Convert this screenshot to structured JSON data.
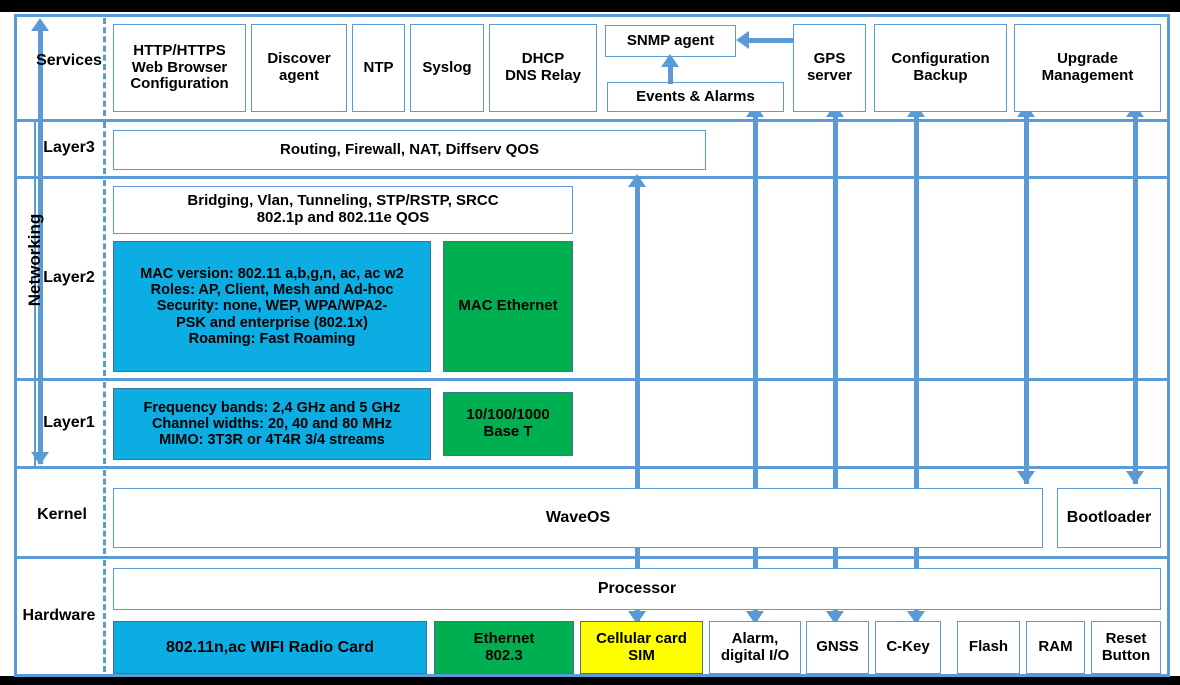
{
  "diagram": {
    "title": "WaveOS device architecture layer diagram",
    "colors": {
      "accent_blue": "#5B9BD5",
      "cyan_block": "#0CADE3",
      "green_block": "#00AF50",
      "yellow_block": "#FFFF00",
      "white_block": "#FFFFFF",
      "background": "#000000"
    },
    "side_label": "Networking",
    "row_labels": {
      "services": "Services",
      "layer3": "Layer3",
      "layer2": "Layer2",
      "layer1": "Layer1",
      "kernel": "Kernel",
      "hardware": "Hardware"
    },
    "services": {
      "items": [
        {
          "id": "http-https-web-browser-configuration",
          "label": "HTTP/HTTPS\nWeb Browser\nConfiguration"
        },
        {
          "id": "discover-agent",
          "label": "Discover\nagent"
        },
        {
          "id": "ntp",
          "label": "NTP"
        },
        {
          "id": "syslog",
          "label": "Syslog"
        },
        {
          "id": "dhcp-dns-relay",
          "label": "DHCP\nDNS Relay"
        },
        {
          "id": "snmp-agent",
          "label": "SNMP agent"
        },
        {
          "id": "events-and-alarms",
          "label": "Events & Alarms"
        },
        {
          "id": "gps-server",
          "label": "GPS\nserver"
        },
        {
          "id": "configuration-backup",
          "label": "Configuration\nBackup"
        },
        {
          "id": "upgrade-management",
          "label": "Upgrade\nManagement"
        }
      ]
    },
    "layer3": {
      "items": [
        {
          "id": "routing-firewall-nat-diffserv-qos",
          "label": "Routing, Firewall, NAT, Diffserv QOS"
        }
      ]
    },
    "layer2": {
      "items": [
        {
          "id": "bridging-vlan-tunneling",
          "label": "Bridging, Vlan, Tunneling, STP/RSTP, SRCC\n802.1p and 802.11e QOS"
        },
        {
          "id": "mac-wifi-capabilities",
          "label": "MAC version: 802.11 a,b,g,n, ac, ac w2\nRoles: AP, Client, Mesh and Ad-hoc\nSecurity: none, WEP, WPA/WPA2-\nPSK and enterprise (802.1x)\nRoaming: Fast Roaming"
        },
        {
          "id": "mac-ethernet",
          "label": "MAC Ethernet"
        }
      ]
    },
    "layer1": {
      "items": [
        {
          "id": "radio-phy-capabilities",
          "label": "Frequency bands: 2,4 GHz and 5 GHz\nChannel widths: 20, 40 and 80 MHz\nMIMO: 3T3R or 4T4R 3/4 streams"
        },
        {
          "id": "base-t",
          "label": "10/100/1000\nBase T"
        }
      ]
    },
    "kernel": {
      "items": [
        {
          "id": "waveos",
          "label": "WaveOS"
        },
        {
          "id": "bootloader",
          "label": "Bootloader"
        }
      ]
    },
    "hardware": {
      "items": [
        {
          "id": "processor",
          "label": "Processor"
        },
        {
          "id": "wifi-radio-card",
          "label": "802.11n,ac WIFI Radio Card"
        },
        {
          "id": "ethernet-802-3",
          "label": "Ethernet\n802.3"
        },
        {
          "id": "cellular-card-sim",
          "label": "Cellular card\nSIM"
        },
        {
          "id": "alarm-digital-io",
          "label": "Alarm,\ndigital I/O"
        },
        {
          "id": "gnss",
          "label": "GNSS"
        },
        {
          "id": "c-key",
          "label": "C-Key"
        },
        {
          "id": "flash",
          "label": "Flash"
        },
        {
          "id": "ram",
          "label": "RAM"
        },
        {
          "id": "reset-button",
          "label": "Reset\nButton"
        }
      ]
    },
    "connectors": [
      {
        "id": "events-to-snmp",
        "kind": "arrow-up",
        "from": "events-and-alarms",
        "to": "snmp-agent"
      },
      {
        "id": "gps-to-snmp",
        "kind": "arrow-left",
        "from": "gps-server",
        "to": "snmp-agent"
      },
      {
        "id": "cellular-to-layer2",
        "kind": "arrow-up",
        "from": "cellular-card-sim",
        "to": "layer2"
      },
      {
        "id": "alarm-to-events",
        "kind": "arrow-double",
        "from": "alarm-digital-io",
        "to": "events-and-alarms"
      },
      {
        "id": "gnss-to-gps",
        "kind": "arrow-double",
        "from": "gnss",
        "to": "gps-server"
      },
      {
        "id": "ckey-to-services",
        "kind": "arrow-double",
        "from": "c-key",
        "to": "services"
      },
      {
        "id": "config-backup-to-kernel",
        "kind": "arrow-double",
        "from": "configuration-backup",
        "to": "kernel"
      },
      {
        "id": "upgrade-to-bootloader",
        "kind": "arrow-double",
        "from": "upgrade-management",
        "to": "bootloader"
      },
      {
        "id": "networking-span",
        "kind": "arrow-double-vertical",
        "from": "services",
        "to": "layer1"
      }
    ]
  }
}
